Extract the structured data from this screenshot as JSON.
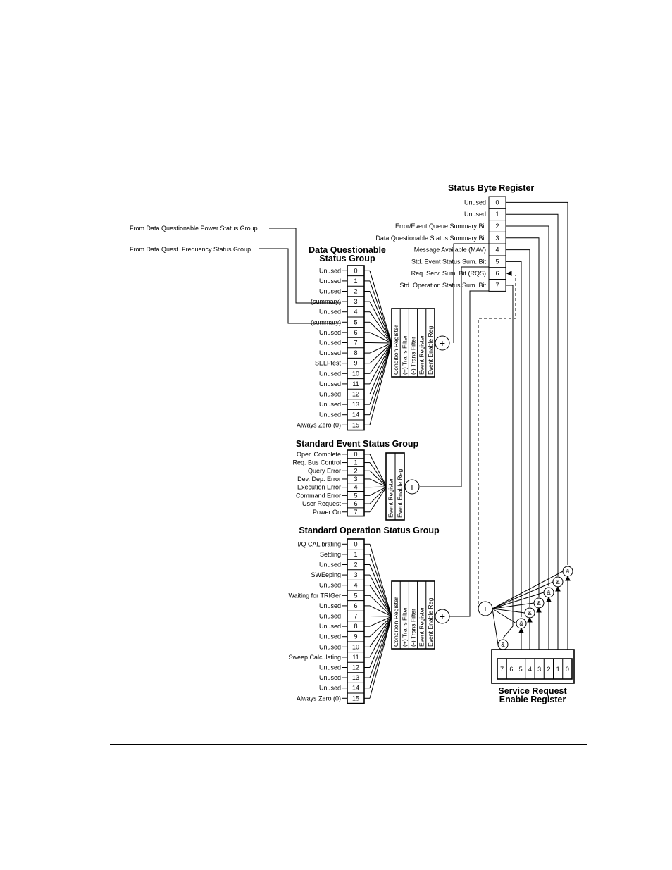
{
  "status_byte": {
    "title": "Status Byte Register",
    "bits": [
      "0",
      "1",
      "2",
      "3",
      "4",
      "5",
      "6",
      "7"
    ],
    "labels": [
      "Unused",
      "Unused",
      "Error/Event Queue Summary Bit",
      "Data Questionable Status Summary Bit",
      "Message Available (MAV)",
      "Std. Event Status Sum. Bit",
      "Req. Serv. Sum. Bit (RQS)",
      "Std. Operation Status Sum. Bit"
    ]
  },
  "external_inputs": [
    "From Data Questionable Power Status Group",
    "From Data Quest. Frequency Status Group"
  ],
  "data_questionable": {
    "title_line1": "Data Questionable",
    "title_line2": "Status Group",
    "bits": [
      "0",
      "1",
      "2",
      "3",
      "4",
      "5",
      "6",
      "7",
      "8",
      "9",
      "10",
      "11",
      "12",
      "13",
      "14",
      "15"
    ],
    "labels": [
      "Unused",
      "Unused",
      "Unused",
      "(summary)",
      "Unused",
      "(summary)",
      "Unused",
      "Unused",
      "Unused",
      "SELFtest",
      "Unused",
      "Unused",
      "Unused",
      "Unused",
      "Unused",
      "Always Zero (0)"
    ],
    "registers": [
      "Condition Register",
      "(+) Trans Filter",
      "(-) Trans Filter",
      "Event Register",
      "Event Enable Reg."
    ]
  },
  "standard_event": {
    "title": "Standard Event Status Group",
    "bits": [
      "0",
      "1",
      "2",
      "3",
      "4",
      "5",
      "6",
      "7"
    ],
    "labels": [
      "Oper. Complete",
      "Req. Bus Control",
      "Query Error",
      "Dev. Dep. Error",
      "Execution Error",
      "Command Error",
      "User Request",
      "Power On"
    ],
    "registers": [
      "Event Register",
      "Event Enable Reg."
    ]
  },
  "standard_operation": {
    "title": "Standard Operation Status Group",
    "bits": [
      "0",
      "1",
      "2",
      "3",
      "4",
      "5",
      "6",
      "7",
      "8",
      "9",
      "10",
      "11",
      "12",
      "13",
      "14",
      "15"
    ],
    "labels": [
      "I/Q CALibrating",
      "Settling",
      "Unused",
      "SWEeping",
      "Unused",
      "Waiting for TRIGer",
      "Unused",
      "Unused",
      "Unused",
      "Unused",
      "Unused",
      "Sweep Calculating",
      "Unused",
      "Unused",
      "Unused",
      "Always Zero (0)"
    ],
    "registers": [
      "Condition Register",
      "(+) Trans Filter",
      "(-) Trans Filter",
      "Event Register",
      "Event Enable Reg"
    ]
  },
  "service_request": {
    "title_line1": "Service Request",
    "title_line2": "Enable Register",
    "bits": [
      "7",
      "6",
      "5",
      "4",
      "3",
      "2",
      "1",
      "0"
    ]
  },
  "symbols": {
    "sum": "+",
    "and": "&"
  }
}
